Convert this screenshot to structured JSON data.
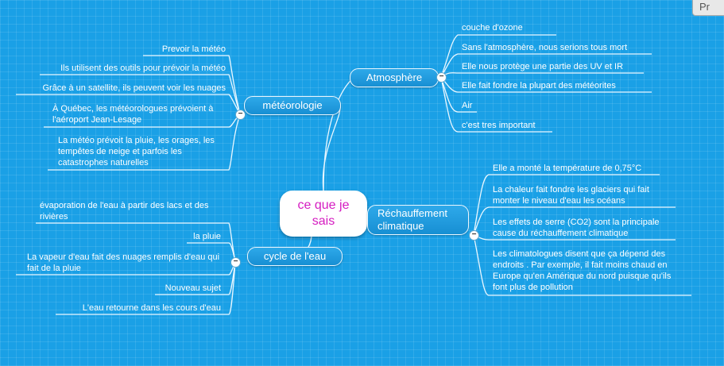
{
  "top_button": "Pr",
  "central": "ce que je sais",
  "branches": {
    "atmosphere": "Atmosphère",
    "meteorologie": "météorologie",
    "rechauffement": "Réchauffement climatique",
    "cycle": "cycle de l'eau"
  },
  "toggle": "−",
  "atmosphere_items": [
    "couche d'ozone",
    "Sans l'atmosphère, nous serions tous mort",
    "Elle nous protège une partie des UV et IR",
    "Elle fait fondre la plupart des météorites",
    "Air",
    "c'est tres important"
  ],
  "meteo_items": [
    "Prevoir la météo",
    "Ils utilisent des outils pour prévoir la météo",
    "Grâce à un satellite, ils peuvent voir les nuages",
    "À Québec, les météorologues prévoient à l'aéroport Jean-Lesage",
    "La météo prévoit la pluie, les orages, les tempêtes de neige et parfois les catastrophes naturelles"
  ],
  "rechauffement_items": [
    "Elle a monté la température de 0,75°C",
    "La chaleur fait fondre les glaciers qui fait monter le niveau d'eau les océans",
    "Les effets de serre (CO2) sont la principale cause du réchauffement climatique",
    "Les climatologues  disent que ça dépend des endroits . Par exemple, il fait moins chaud en Europe qu'en Amérique du nord puisque qu'ils font plus de pollution"
  ],
  "cycle_items": [
    "évaporation de l'eau à partir des lacs et des rivières",
    "la pluie",
    "La vapeur d'eau fait des nuages remplis d'eau qui fait de la pluie",
    "Nouveau sujet",
    "L'eau retourne dans les cours d'eau"
  ]
}
